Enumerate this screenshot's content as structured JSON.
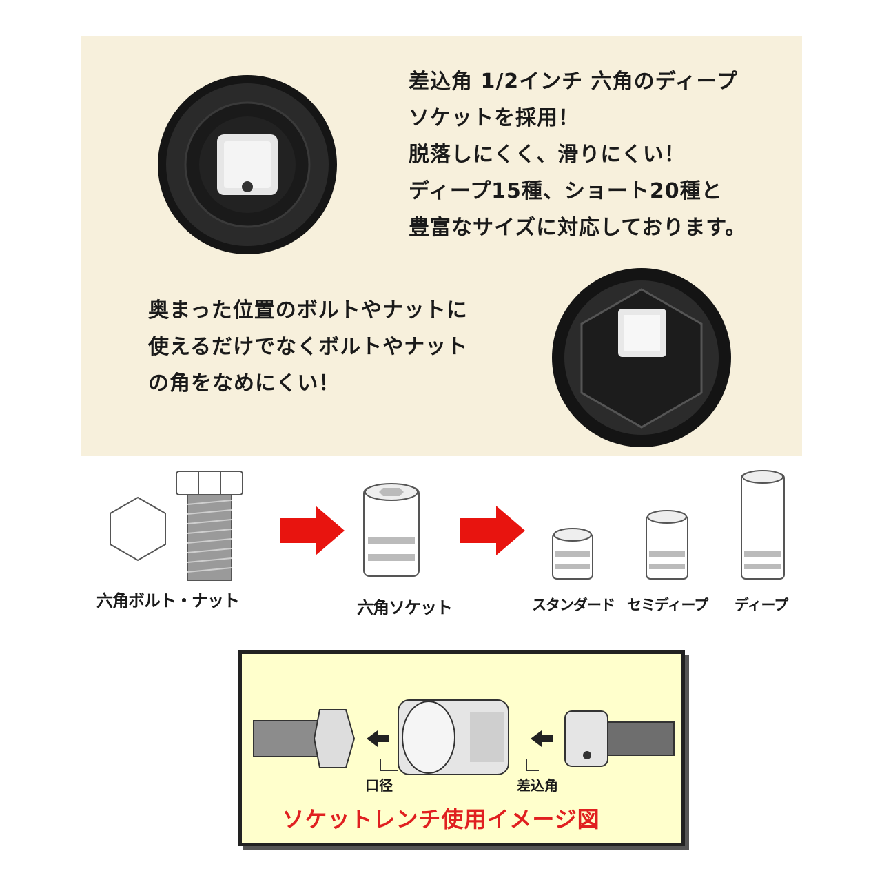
{
  "top_text": [
    "差込角 1/2インチ 六角のディープ",
    "ソケットを採用！",
    "脱落しにくく、滑りにくい！",
    "ディープ15種、ショート20種と",
    "豊富なサイズに対応しております。"
  ],
  "mid_text": [
    "奥まった位置のボルトやナットに",
    "使えるだけでなくボルトやナット",
    "の角をなめにくい！"
  ],
  "diagram": {
    "label_bolt_nut": "六角ボルト・ナット",
    "label_hex_socket": "六角ソケット",
    "label_standard": "スタンダード",
    "label_semi_deep": "セミディープ",
    "label_deep": "ディープ"
  },
  "usage": {
    "label_opening": "口径",
    "label_drive": "差込角",
    "caption": "ソケットレンチ使用イメージ図"
  },
  "colors": {
    "panel_bg": "#f7f0dc",
    "arrow_red": "#e8140f",
    "box_bg": "#ffffcc",
    "caption_red": "#e02020"
  }
}
